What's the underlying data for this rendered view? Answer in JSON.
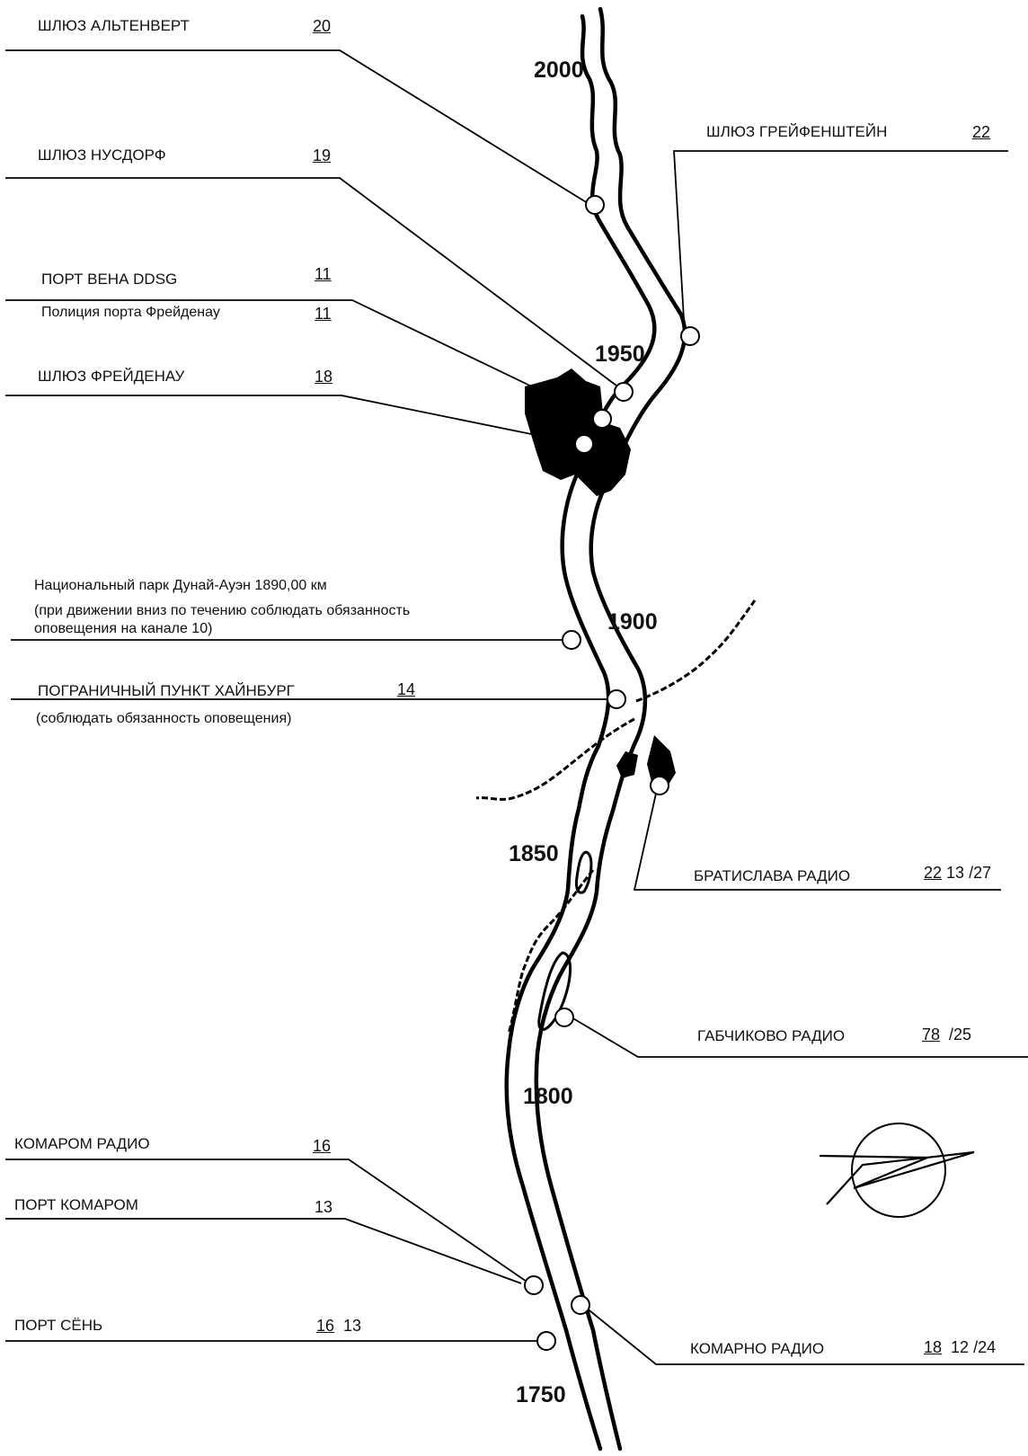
{
  "stations": [
    {
      "name": "ШЛЮЗ АЛЬТЕНВЕРТ",
      "ch_main": "20",
      "ch_rest": ""
    },
    {
      "name": "ШЛЮЗ НУСДОРФ",
      "ch_main": "19",
      "ch_rest": ""
    },
    {
      "name": "ПОРТ ВЕНА   DDSG",
      "ch_main": "11",
      "ch_rest": ""
    },
    {
      "name": "Полиция порта Фрейденау",
      "ch_main": "11",
      "ch_rest": ""
    },
    {
      "name": "ШЛЮЗ ФРЕЙДЕНАУ",
      "ch_main": "18",
      "ch_rest": ""
    },
    {
      "name": "ШЛЮЗ ГРЕЙФЕНШТЕЙН",
      "ch_main": "22",
      "ch_rest": ""
    },
    {
      "name": "ПОГРАНИЧНЫЙ   ПУНКТ   ХАЙНБУРГ",
      "ch_main": "14",
      "ch_rest": ""
    },
    {
      "name": "БРАТИСЛАВА РАДИО",
      "ch_main": "22",
      "ch_rest": "13  /27"
    },
    {
      "name": "ГАБЧИКОВО РАДИО",
      "ch_main": "78",
      "ch_rest": "/25"
    },
    {
      "name": "КОМАРОМ   РАДИО",
      "ch_main": "16",
      "ch_rest": ""
    },
    {
      "name": "ПОРТ   КОМАРОМ",
      "ch_main": "",
      "ch_rest": "13"
    },
    {
      "name": "ПОРТ   СЁНЬ",
      "ch_main": "16",
      "ch_rest": "13"
    },
    {
      "name": "КОМАРНО РАДИО",
      "ch_main": "18",
      "ch_rest": "12   /24"
    }
  ],
  "notes": {
    "park_line1": "Национальный  парк  Дунай-Ауэн  1890,00 км",
    "park_line2": "(при движении вниз по течению соблюдать обязанность",
    "park_line3": "оповещения  на канале 10)",
    "hainburg_note": "(соблюдать обязанность оповещения)"
  },
  "km_markers": [
    "2000",
    "1950",
    "1900",
    "1850",
    "1800",
    "1750"
  ]
}
